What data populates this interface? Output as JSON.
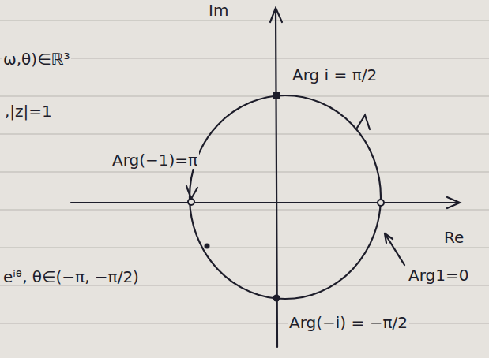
{
  "diagram": {
    "labels": [
      "Im",
      "Re",
      "Arg i = π/2",
      "Arg(−1)=π",
      "Arg1=0",
      "Arg(−i) = −π/2",
      "ω,θ)∈ℝ³",
      ",|z|=1",
      "eⁱᶿ, θ∈(−π, −π/2)"
    ]
  }
}
